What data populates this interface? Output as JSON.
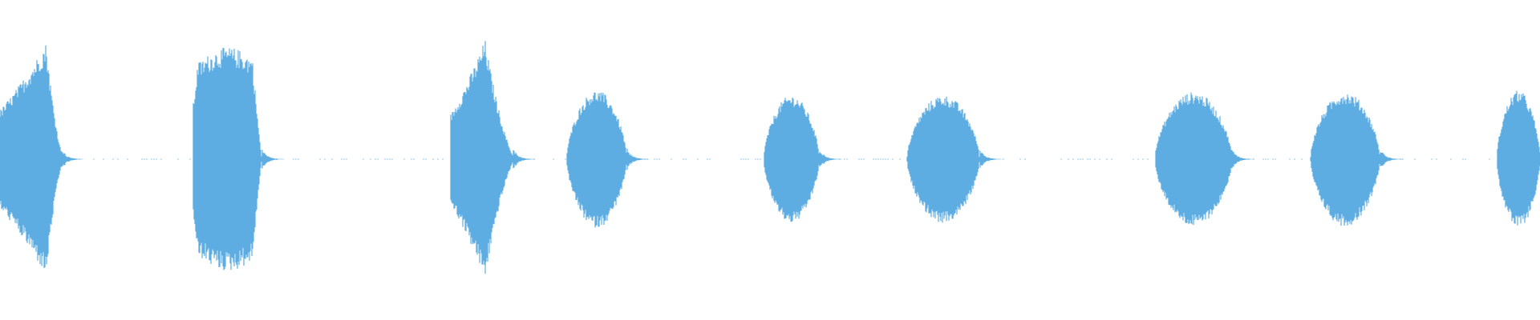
{
  "waveform": {
    "color": "#5DADE2",
    "background": "#ffffff",
    "bursts": [
      {
        "start": 0.0,
        "end": 0.04,
        "peak": 0.73,
        "body": 0.35,
        "shape": "rise-late"
      },
      {
        "start": 0.126,
        "end": 0.17,
        "peak": 0.7,
        "body": 0.58,
        "shape": "flat"
      },
      {
        "start": 0.293,
        "end": 0.333,
        "peak": 0.75,
        "body": 0.4,
        "shape": "rise-mid"
      },
      {
        "start": 0.368,
        "end": 0.407,
        "peak": 0.43,
        "body": 0.36,
        "shape": "round"
      },
      {
        "start": 0.496,
        "end": 0.532,
        "peak": 0.4,
        "body": 0.34,
        "shape": "round"
      },
      {
        "start": 0.589,
        "end": 0.636,
        "peak": 0.4,
        "body": 0.36,
        "shape": "round"
      },
      {
        "start": 0.75,
        "end": 0.8,
        "peak": 0.42,
        "body": 0.38,
        "shape": "round"
      },
      {
        "start": 0.851,
        "end": 0.896,
        "peak": 0.42,
        "body": 0.38,
        "shape": "round"
      },
      {
        "start": 0.972,
        "end": 1.0,
        "peak": 0.43,
        "body": 0.36,
        "shape": "round"
      }
    ]
  }
}
